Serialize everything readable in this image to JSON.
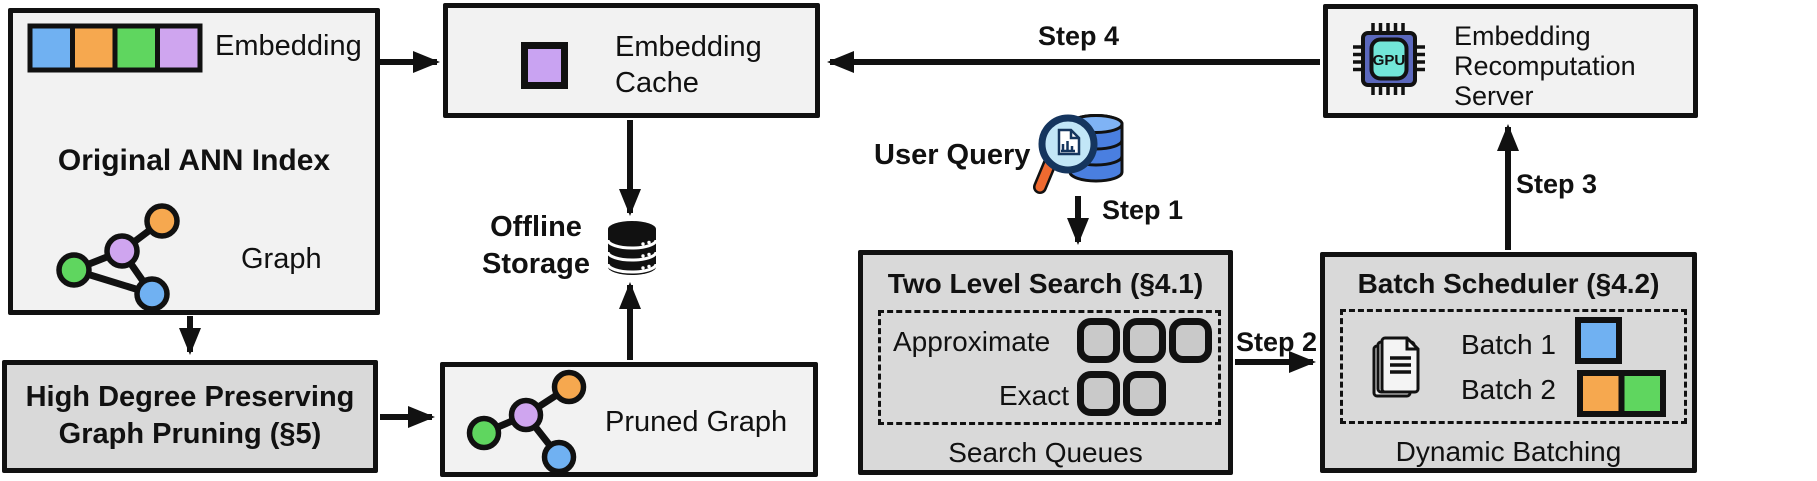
{
  "colors": {
    "blue": "#70b1f2",
    "orange": "#f6a84f",
    "green": "#5fd65f",
    "purple": "#cfa5ef",
    "cache_purple": "#c9a3f2",
    "light_box": "#f2f2f2",
    "dark_box": "#d9d9d9",
    "queue_fill": "#c9c9c9",
    "line_black": "#111111",
    "db_blue": "#4a7fe0",
    "db_blue_light": "#7fb3f5",
    "lens_fill": "#c2e6f7",
    "lens_rim": "#15355e",
    "handle_orange": "#ef6a30",
    "gpu_body": "#5b68bd",
    "gpu_screen": "#72e6d8"
  },
  "ann_index": {
    "title": "Original ANN Index",
    "embedding_label": "Embedding",
    "graph_label": "Graph"
  },
  "embedding_cache": {
    "line1": "Embedding",
    "line2": "Cache"
  },
  "offline_storage": {
    "line1": "Offline",
    "line2": "Storage"
  },
  "user_query": {
    "label": "User Query"
  },
  "two_level_search": {
    "title": "Two Level Search (§4.1)",
    "approximate_label": "Approximate",
    "exact_label": "Exact",
    "caption": "Search Queues"
  },
  "batch_scheduler": {
    "title": "Batch Scheduler (§4.2)",
    "batch1_label": "Batch 1",
    "batch2_label": "Batch 2",
    "caption": "Dynamic Batching"
  },
  "recomputation_server": {
    "line1": "Embedding",
    "line2": "Recomputation",
    "line3": "Server",
    "gpu_label": "GPU"
  },
  "high_degree_pruning": {
    "line1": "High Degree Preserving",
    "line2": "Graph Pruning (§5)"
  },
  "pruned_graph": {
    "label": "Pruned Graph"
  },
  "steps": {
    "step1": "Step 1",
    "step2": "Step 2",
    "step3": "Step 3",
    "step4": "Step 4"
  }
}
